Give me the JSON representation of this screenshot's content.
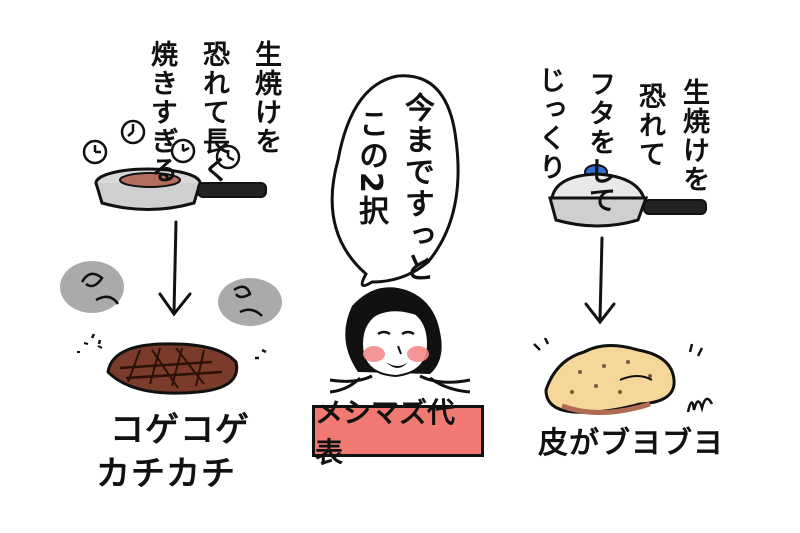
{
  "left": {
    "caption_columns": [
      "生焼けを",
      "恐れて長く",
      "焼きすぎる"
    ],
    "result": [
      "コゲコゲ",
      "カチカチ"
    ]
  },
  "center": {
    "speech_columns": [
      "今まですっと",
      "この2択"
    ],
    "banner": "メシマズ代表"
  },
  "right": {
    "caption_columns": [
      "生焼けを",
      "恐れて",
      "フタをして",
      "じっくり"
    ],
    "result": "皮がブヨブヨ"
  },
  "colors": {
    "banner_fill": "#f07a72",
    "cheek": "#f38b8b",
    "steak": "#7a3b2a",
    "chicken": "#f5d79a",
    "lid_knob": "#2f6fd6",
    "smoke": "#9a9a9a"
  },
  "icons": [
    "clock-icon",
    "frying-pan-icon",
    "arrow-down-icon",
    "smoke-icon",
    "lid-icon"
  ]
}
